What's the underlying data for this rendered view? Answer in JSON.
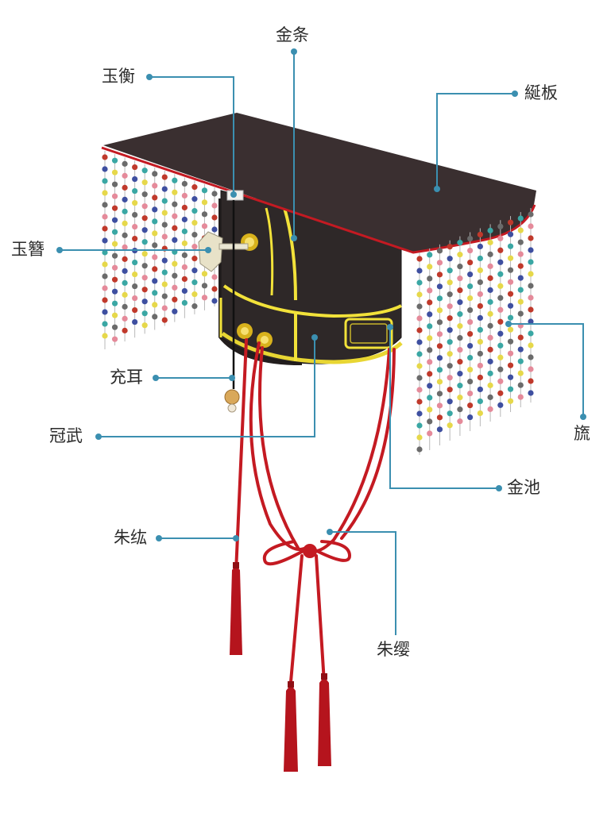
{
  "labels": {
    "jintiao": "金条",
    "yuheng": "玉衡",
    "yanban": "綖板",
    "yuzan": "玉簪",
    "chonger": "充耳",
    "guanwu": "冠武",
    "liu": "旒",
    "jinchi": "金池",
    "zhuhong": "朱纮",
    "zhuying": "朱缨"
  },
  "colors": {
    "board": "#3a2f30",
    "crown": "#2e2828",
    "gold": "#f2e23a",
    "cord": "#c41a22",
    "leader": "#3b8fb0",
    "bead_palette": [
      "#c0392b",
      "#3e4fa0",
      "#3aa7a4",
      "#e6d84a",
      "#6b6b6b",
      "#e58a9a"
    ]
  }
}
